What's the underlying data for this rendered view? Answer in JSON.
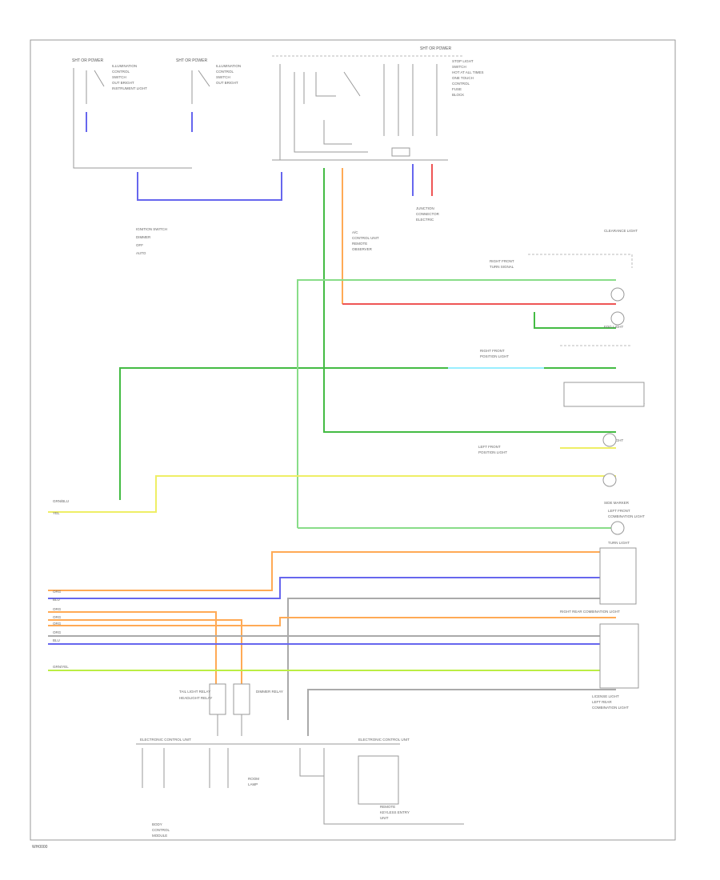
{
  "diagram": {
    "footer_tag": "WH0000",
    "legend": [
      "IGNITION SWITCH",
      "DIMMER",
      "OFF",
      "AUTO"
    ],
    "colors": {
      "blue": "#6666ee",
      "green": "#44bb44",
      "light_green": "#88dd88",
      "red": "#ee5555",
      "orange": "#ffaa55",
      "yellow": "#eeee66",
      "yellow_green": "#bbee44",
      "cyan": "#99eeff",
      "grey": "#aaaaaa"
    },
    "top_boxes": [
      {
        "title": "SHT OR POWER",
        "lines": [
          "ILLUMINATION",
          "CONTROL",
          "SWITCH",
          "OUT BRIGHT",
          "INSTRUMENT LIGHT"
        ]
      },
      {
        "title": "SHT OR POWER",
        "lines": [
          "ILLUMINATION",
          "CONTROL",
          "SWITCH",
          "OUT BRIGHT"
        ]
      },
      {
        "title": "SHT OR POWER",
        "lines": [
          "STOP LIGHT",
          "SWITCH",
          "HOT AT ALL TIMES",
          "ONE TOUCH",
          "CONTROL",
          "FUSE",
          "BLOCK"
        ]
      }
    ],
    "mid_notes": [
      "A/C",
      "CONTROL UNIT",
      "REMOTE",
      "OBSERVER"
    ],
    "jc_notes": [
      "JUNCTION",
      "CONNECTOR",
      "ELECTRIC"
    ],
    "right_components": [
      {
        "name": "CLEARANCE LIGHT",
        "sub": [
          "RIGHT FRONT",
          "TURN SIGNAL"
        ]
      },
      {
        "name": "FOG LIGHT",
        "sub": [
          "RIGHT FRONT",
          "POSITION LIGHT"
        ]
      },
      {
        "name": "SIDE MARKER",
        "sub": [
          "RIGHT FRONT",
          "COMBINATION LIGHT"
        ]
      },
      {
        "name": "FOG LIGHT",
        "sub": [
          "LEFT FRONT",
          "POSITION LIGHT"
        ]
      },
      {
        "name": "SIDE MARKER",
        "sub": [
          "LEFT FRONT",
          "COMBINATION LIGHT"
        ]
      },
      {
        "name": "TURN LIGHT",
        "sub": [
          "SIDE",
          "LIGHT"
        ]
      },
      {
        "name": "RIGHT REAR COMBINATION LIGHT",
        "sub": []
      },
      {
        "name": "LICENSE LIGHT",
        "sub": [
          "LEFT REAR",
          "COMBINATION LIGHT"
        ]
      }
    ],
    "left_wires": [
      "GRN/BLU",
      "YEL",
      "ORG",
      "BLU",
      "ORG",
      "ORG",
      "ORG",
      "ORG",
      "BLU",
      "GRN/YEL"
    ],
    "bottom_blocks": [
      {
        "title": "ELECTRONIC CONTROL UNIT",
        "notes": [
          "BODY",
          "CONTROL",
          "MODULE"
        ]
      },
      {
        "title": "ELECTRONIC CONTROL UNIT",
        "notes": [
          "ROOM",
          "LAMP"
        ]
      }
    ],
    "bottom_notes": [
      "TAIL LIGHT RELAY",
      "HEADLIGHT RELAY",
      "DIMMER RELAY"
    ],
    "bottom_right": [
      "REMOTE",
      "KEYLESS ENTRY",
      "UNIT"
    ]
  }
}
